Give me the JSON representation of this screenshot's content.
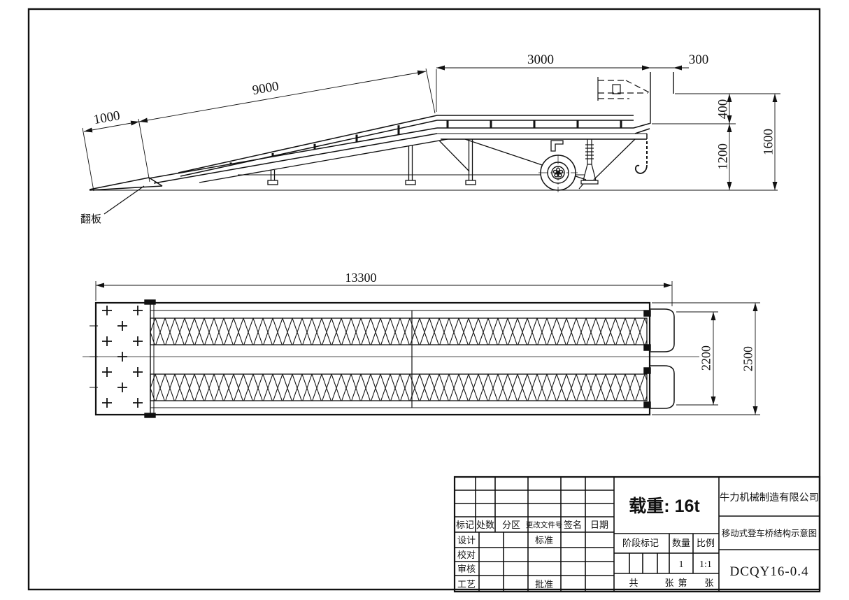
{
  "side_view": {
    "label_flip_plate": "翻板",
    "dim_slope_upper": "9000",
    "dim_slope_tip": "1000",
    "dim_platform": "3000",
    "dim_lip": "300",
    "dim_height_adjust": "400",
    "dim_height_min": "1200",
    "dim_height_max": "1600"
  },
  "plan_view": {
    "dim_total_length": "13300",
    "dim_inner_width": "2200",
    "dim_overall_width": "2500"
  },
  "title_block": {
    "load_label": "载重: 16t",
    "company": "牛力机械制造有限公司",
    "drawing_title": "移动式登车桥结构示意图",
    "drawing_number": "DCQY16-0.4",
    "revision_headers": [
      "标记",
      "处数",
      "分区",
      "更改文件号",
      "签名",
      "日期"
    ],
    "left_rows": [
      "设计",
      "校对",
      "审核",
      "工艺"
    ],
    "standard_label": "标准",
    "approve_label": "批准",
    "stage_mark_label": "阶段标记",
    "quantity_label": "数量",
    "scale_label": "比例",
    "quantity_value": "1",
    "scale_value": "1:1",
    "sheet_words": [
      "共",
      "张",
      "第",
      "张"
    ]
  }
}
